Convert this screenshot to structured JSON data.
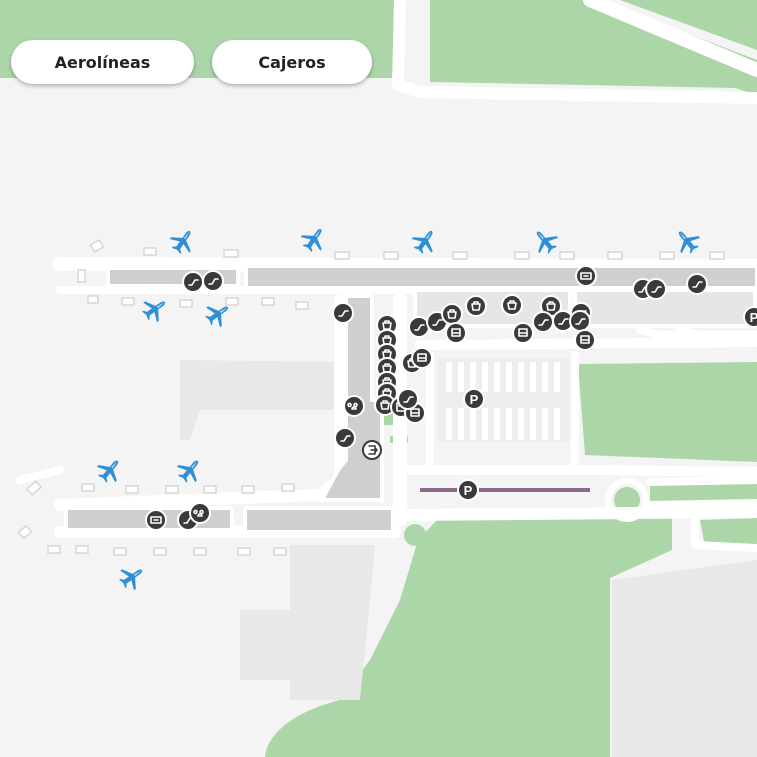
{
  "filters": {
    "airlines_label": "Aerolíneas",
    "atms_label": "Cajeros"
  },
  "colors": {
    "background": "#f4f4f4",
    "green_area": "#acd6a8",
    "terminal": "#cfcfcf",
    "road": "#ffffff",
    "poi_fill": "#3a3a3a",
    "plane": "#2f8fd6",
    "parking_stripe": "#6bb06e"
  },
  "markers": {
    "parking_label": "P",
    "aircraft_icon": "plane-icon",
    "poi_icons": [
      "escalator-icon",
      "shop-icon",
      "atm-icon",
      "bus-icon",
      "elevator-icon",
      "pet-area-icon",
      "exit-icon",
      "parking-icon"
    ]
  }
}
